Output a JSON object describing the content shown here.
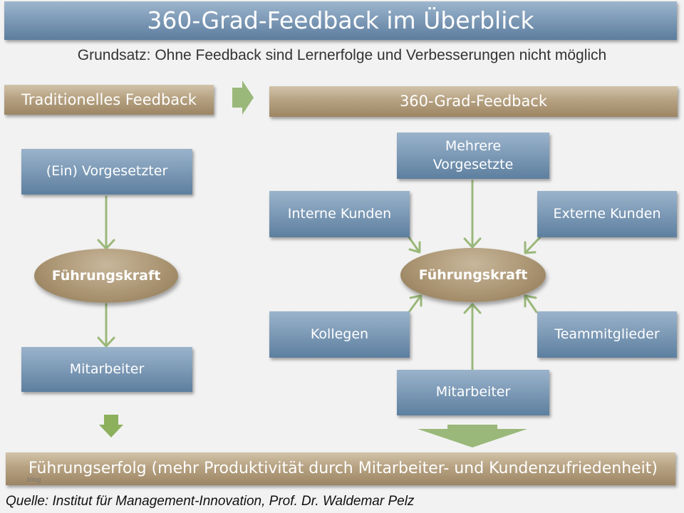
{
  "title": "360-Grad-Feedback im Überblick",
  "principle": "Grundsatz: Ohne Feedback sind Lernerfolge und Verbesserungen nicht möglich",
  "traditional": {
    "header": "Traditionelles Feedback",
    "top_box": "(Ein) Vorgesetzter",
    "center": "Führungskraft",
    "bottom_box": "Mitarbeiter"
  },
  "feedback360": {
    "header": "360-Grad-Feedback",
    "top_box_line1": "Mehrere",
    "top_box_line2": "Vorgesetzte",
    "left_top_box": "Interne Kunden",
    "right_top_box": "Externe Kunden",
    "center": "Führungskraft",
    "left_bottom_box": "Kollegen",
    "right_bottom_box": "Teammitglieder",
    "bottom_box": "Mitarbeiter"
  },
  "result": "Führungserfolg (mehr Produktivität durch Mitarbeiter- und Kundenzufriedenheit)",
  "source": "Quelle: Institut für Management-Innovation, Prof. Dr. Waldemar Pelz",
  "watermark": "blog",
  "colors": {
    "blue_box": "#7f9cb8",
    "brown_bar": "#b6a282",
    "arrow_green": "#9ab87a"
  }
}
